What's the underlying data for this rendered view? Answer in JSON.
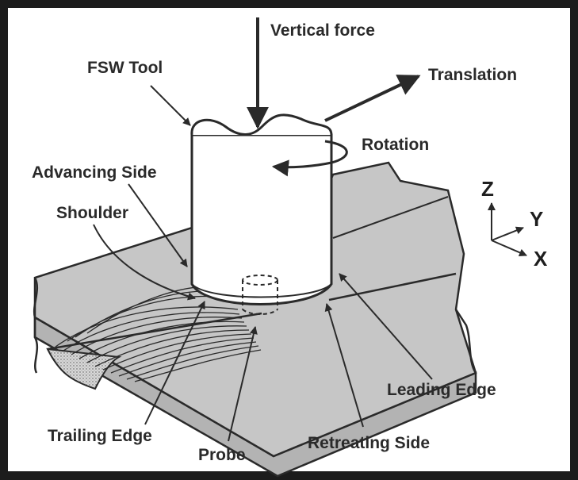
{
  "diagram": {
    "labels": {
      "vertical_force": "Vertical force",
      "fsw_tool": "FSW Tool",
      "translation": "Translation",
      "rotation": "Rotation",
      "advancing_side": "Advancing Side",
      "shoulder": "Shoulder",
      "leading_edge": "Leading Edge",
      "trailing_edge": "Trailing Edge",
      "probe": "Probe",
      "retreating_side": "Retreating Side"
    },
    "axes": {
      "z": "Z",
      "y": "Y",
      "x": "X"
    }
  },
  "colors": {
    "frame": "#1c1c1c",
    "background": "#ffffff",
    "plate": "#c6c6c6",
    "plate_side": "#b3b3b3",
    "ink": "#2a2a2a"
  }
}
